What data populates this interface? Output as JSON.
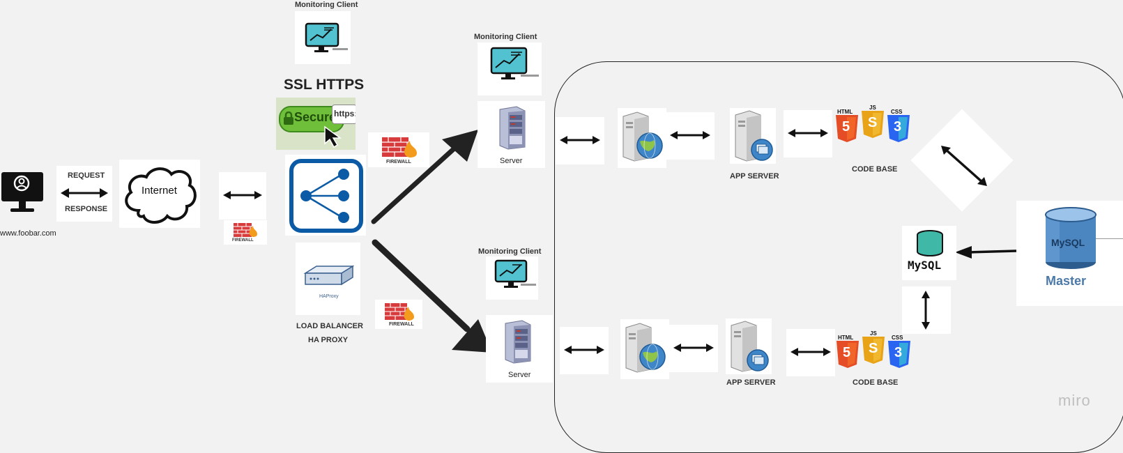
{
  "client": {
    "url": "www.foobar.com"
  },
  "request_label": "REQUEST",
  "response_label": "RESPONSE",
  "internet_label": "Internet",
  "firewall_label": "FIREWALL",
  "ssl_title": "SSL HTTPS",
  "secure_text": "Secure",
  "https_text": "https://",
  "monitoring_label": "Monitoring Client",
  "load_balancer": {
    "line1": "LOAD BALANCER",
    "line2": "HA PROXY",
    "device_label": "HAProxy"
  },
  "server_label": "Server",
  "app_server_label": "APP SERVER",
  "code_base_label": "CODE BASE",
  "tech": {
    "html": "HTML",
    "js": "JS",
    "css": "CSS",
    "html_num": "5",
    "js_num": "S",
    "css_num": "3"
  },
  "mysql_label": "MySQL",
  "master_label": "Master",
  "master_logo": "MySQL",
  "watermark": "miro",
  "colors": {
    "lb_blue": "#0b5aa6",
    "monitor_teal": "#52c2d0",
    "firewall_red": "#d83b3b",
    "html_orange": "#e44d26",
    "js_yellow": "#e8a317",
    "css_blue": "#2965f1",
    "db_teal": "#3fb8a8",
    "master_blue": "#4b79a8"
  }
}
